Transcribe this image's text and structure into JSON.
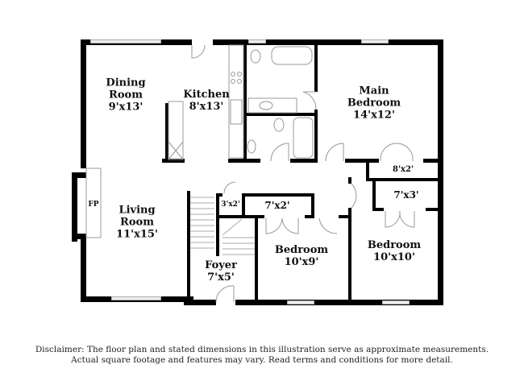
{
  "rooms": [
    {
      "id": "dining",
      "name": "Dining\nRoom",
      "dims": "9'x13'"
    },
    {
      "id": "kitchen",
      "name": "Kitchen",
      "dims": "8'x13'"
    },
    {
      "id": "main_bedroom",
      "name": "Main\nBedroom",
      "dims": "14'x12'"
    },
    {
      "id": "closet_main",
      "name": "",
      "dims": "8'x2'"
    },
    {
      "id": "living",
      "name": "Living\nRoom",
      "dims": "11'x15'"
    },
    {
      "id": "fireplace",
      "name": "FP",
      "dims": ""
    },
    {
      "id": "closet_small",
      "name": "",
      "dims": "3'x2'"
    },
    {
      "id": "closet_hall",
      "name": "",
      "dims": "7'x2'"
    },
    {
      "id": "closet_bed3",
      "name": "",
      "dims": "7'x3'"
    },
    {
      "id": "bedroom2",
      "name": "Bedroom",
      "dims": "10'x9'"
    },
    {
      "id": "bedroom3",
      "name": "Bedroom",
      "dims": "10'x10'"
    },
    {
      "id": "foyer",
      "name": "Foyer",
      "dims": "7'x5'"
    }
  ],
  "labels": {
    "dining_1": "Dining",
    "dining_2": "Room",
    "dining_dims": "9'x13'",
    "kitchen_1": "Kitchen",
    "kitchen_dims": "8'x13'",
    "main_1": "Main",
    "main_2": "Bedroom",
    "main_dims": "14'x12'",
    "closet_main": "8'x2'",
    "living_1": "Living",
    "living_2": "Room",
    "living_dims": "11'x15'",
    "fp": "FP",
    "closet_small": "3'x2'",
    "closet_hall": "7'x2'",
    "closet_bed3": "7'x3'",
    "bed2_1": "Bedroom",
    "bed2_dims": "10'x9'",
    "bed3_1": "Bedroom",
    "bed3_dims": "10'x10'",
    "foyer_1": "Foyer",
    "foyer_dims": "7'x5'"
  },
  "disclaimer": {
    "line1": "Disclaimer: The floor plan and stated dimensions in this illustration serve as approximate measurements.",
    "line2": "Actual square footage and features may vary. Read terms and conditions for more detail."
  }
}
